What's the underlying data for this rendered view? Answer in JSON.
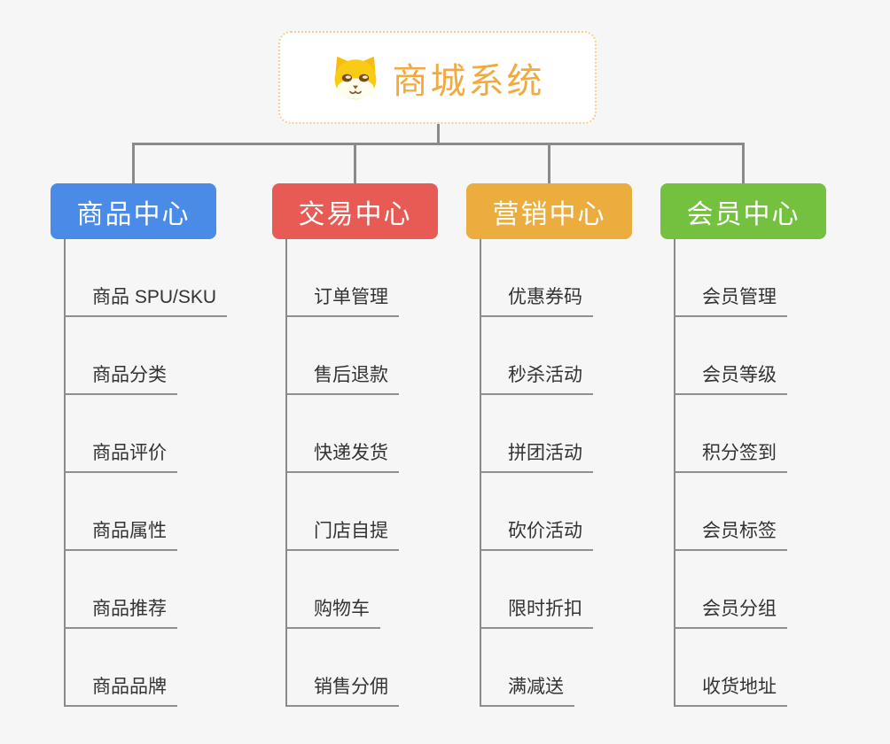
{
  "root": {
    "title": "商城系统",
    "icon": "shiba-dog-icon"
  },
  "branches": [
    {
      "label": "商品中心",
      "color": "#4A8BE8",
      "children": [
        "商品 SPU/SKU",
        "商品分类",
        "商品评价",
        "商品属性",
        "商品推荐",
        "商品品牌"
      ]
    },
    {
      "label": "交易中心",
      "color": "#E85A54",
      "children": [
        "订单管理",
        "售后退款",
        "快递发货",
        "门店自提",
        "购物车",
        "销售分佣"
      ]
    },
    {
      "label": "营销中心",
      "color": "#EBAD3E",
      "children": [
        "优惠券码",
        "秒杀活动",
        "拼团活动",
        "砍价活动",
        "限时折扣",
        "满减送"
      ]
    },
    {
      "label": "会员中心",
      "color": "#73C13F",
      "children": [
        "会员管理",
        "会员等级",
        "积分签到",
        "会员标签",
        "会员分组",
        "收货地址"
      ]
    }
  ],
  "colors": {
    "background": "#F6F6F6",
    "connector": "#8A8A8A",
    "underline": "#8F8F8F",
    "leaf_text": "#333333",
    "root_accent": "#F0AA3E",
    "root_border": "#F5D08C"
  }
}
